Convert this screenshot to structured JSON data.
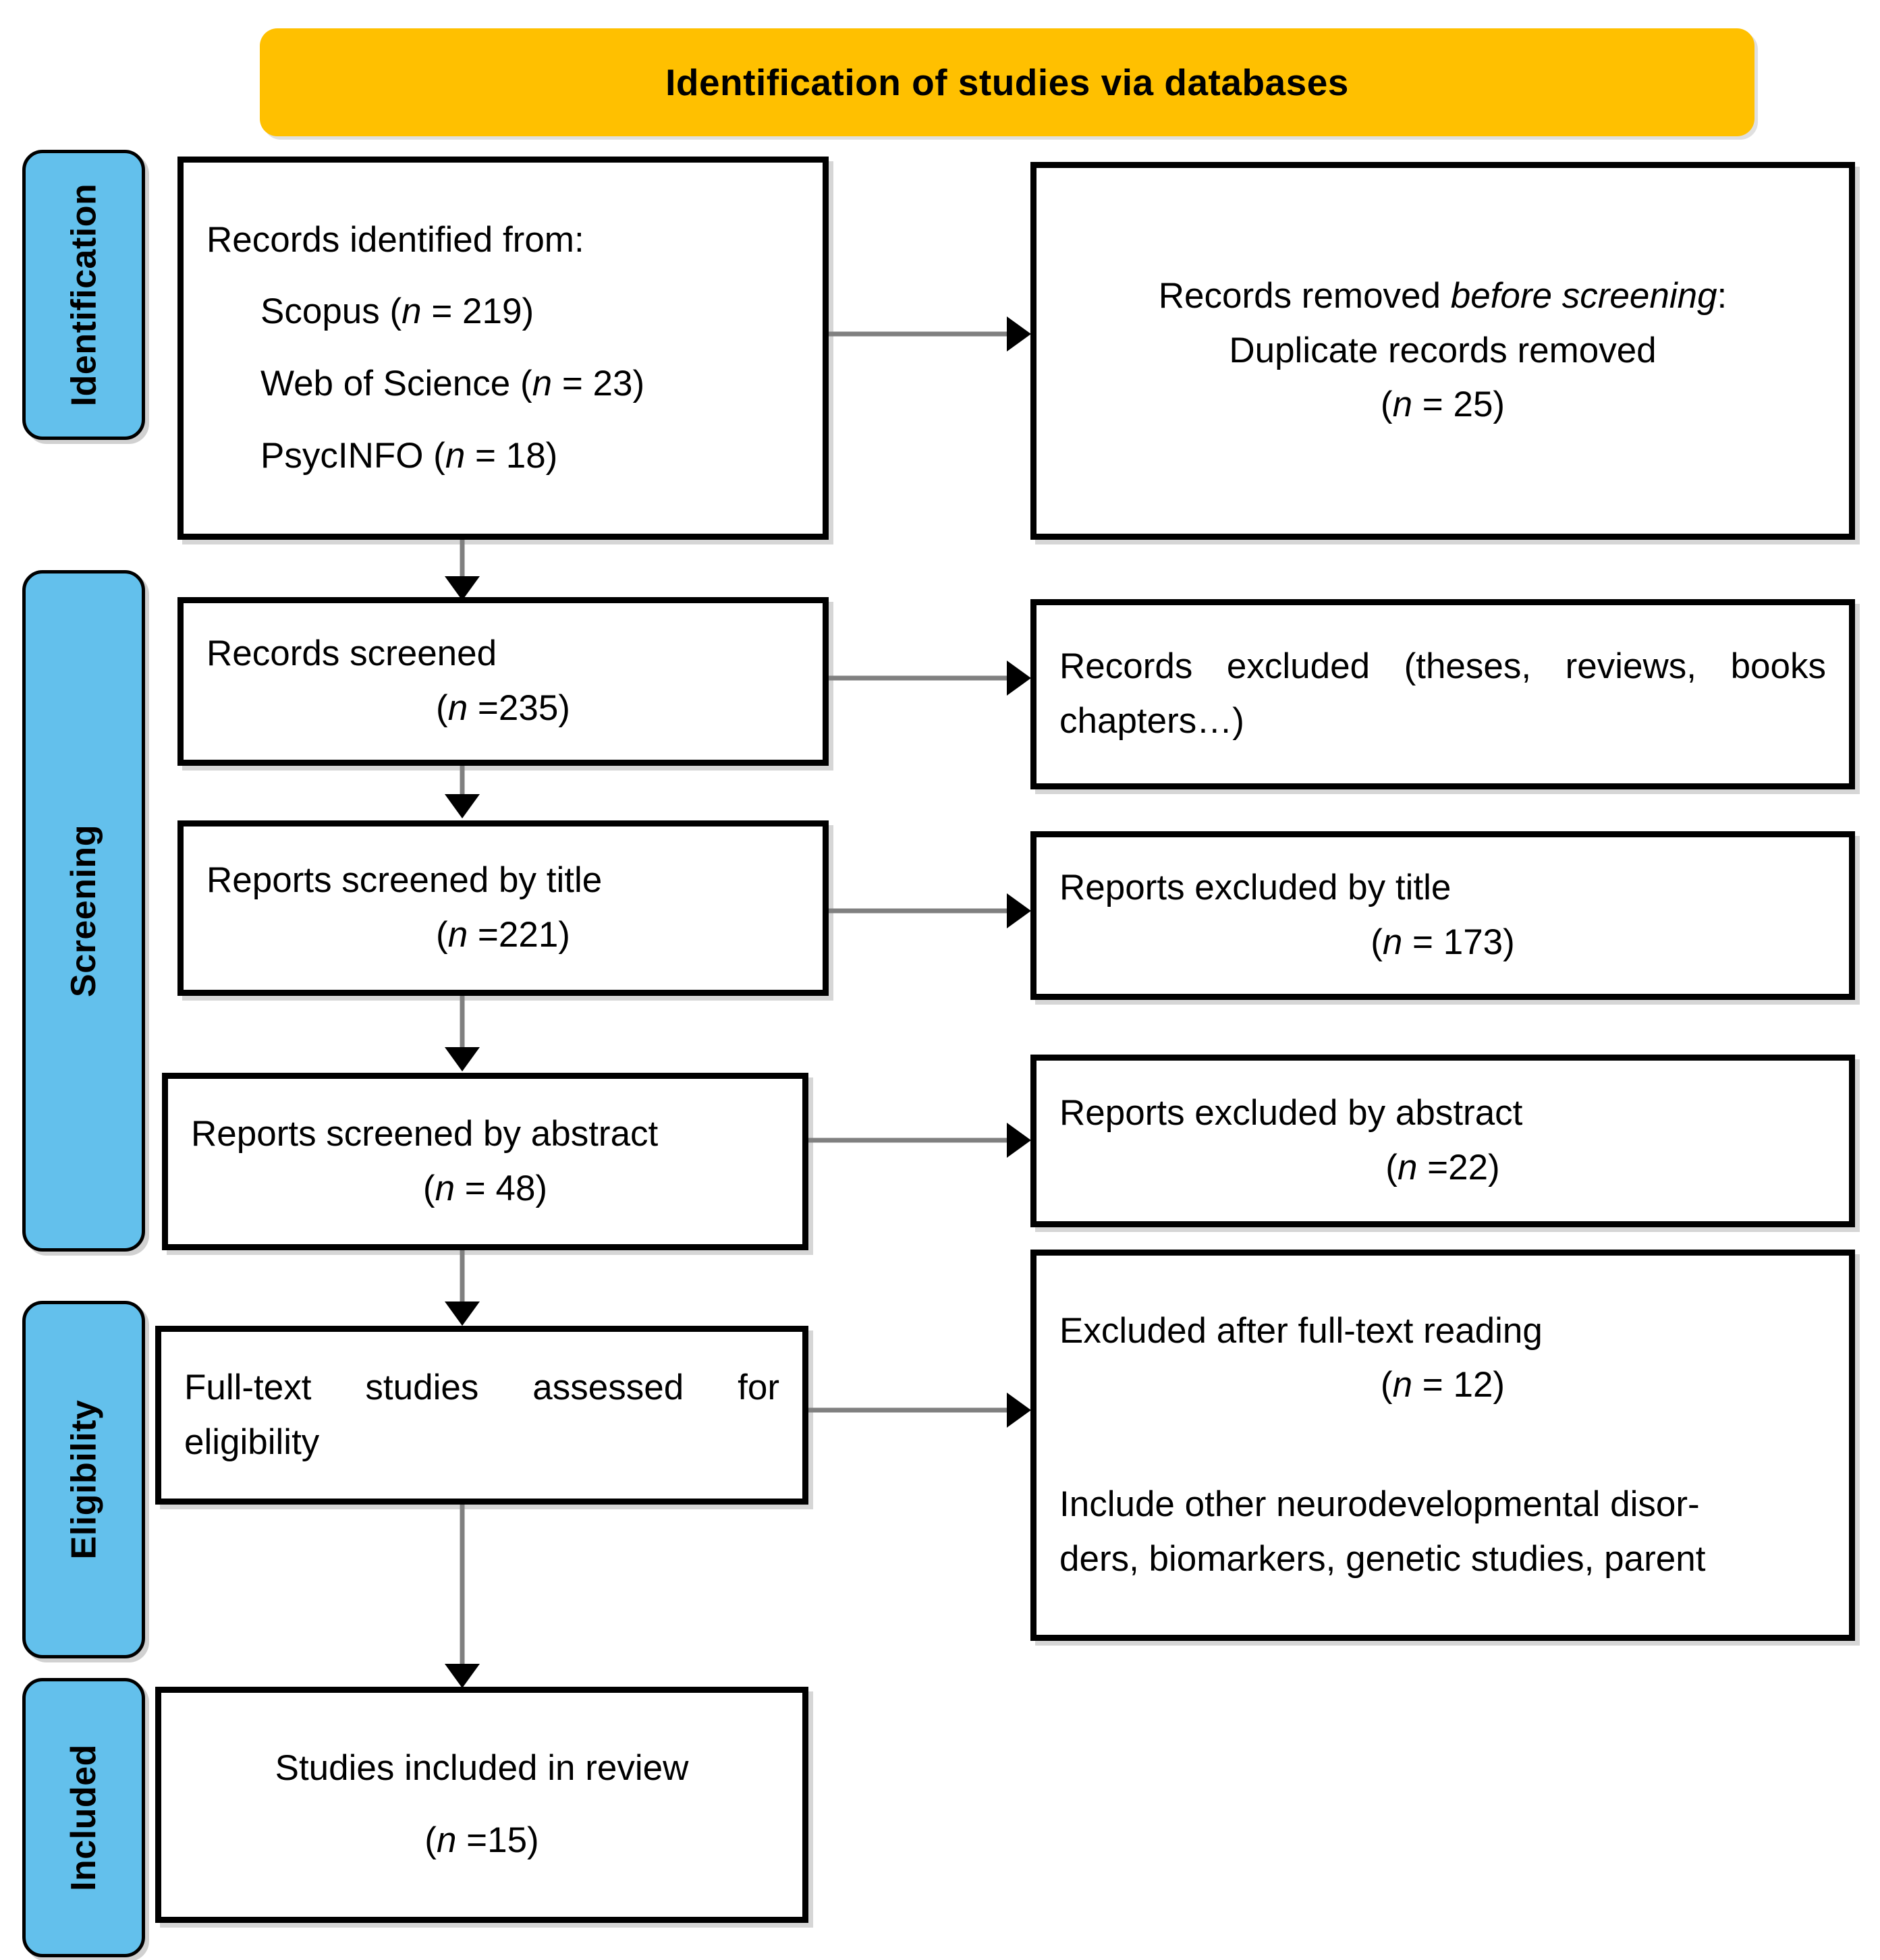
{
  "banner": {
    "title": "Identification of studies via databases",
    "color": "#ffc000"
  },
  "stages": {
    "color": "#63c0ec",
    "identification": "Identification",
    "screening": "Screening",
    "eligibility": "Eligibility",
    "included": "Included"
  },
  "boxes": {
    "records_identified": {
      "heading": "Records identified from:",
      "source_1": "Scopus (",
      "source_1_n": "n",
      "source_1_val": " = 219)",
      "source_2": "Web of Science (",
      "source_2_n": "n",
      "source_2_val": " = 23)",
      "source_3": "PsycINFO (",
      "source_3_n": "n",
      "source_3_val": " = 18)"
    },
    "records_removed": {
      "heading_a": "Records removed ",
      "heading_b": "before screening",
      "heading_c": ":",
      "line_2": "Duplicate records removed",
      "count_open": "(",
      "count_n": "n",
      "count_val": " = 25)"
    },
    "records_screened": {
      "label": "Records screened",
      "count_open": "(",
      "count_n": "n",
      "count_val": " =235)"
    },
    "records_excluded": {
      "text": "Records excluded (theses, reviews, books chapters…)"
    },
    "reports_screened_title": {
      "label": "Reports screened by title",
      "count_open": "(",
      "count_n": "n",
      "count_val": " =221)"
    },
    "reports_excluded_title": {
      "label": "Reports excluded by title",
      "count_open": "(",
      "count_n": "n",
      "count_val": " = 173)"
    },
    "reports_screened_abstract": {
      "label": "Reports screened by abstract",
      "count_open": "(",
      "count_n": "n",
      "count_val": " = 48)"
    },
    "reports_excluded_abstract": {
      "label": "Reports excluded by abstract",
      "count_open": "(",
      "count_n": "n",
      "count_val": " =22)"
    },
    "fulltext_assessed": {
      "label": "Full-text studies assessed for eligibility"
    },
    "excluded_fulltext": {
      "label": "Excluded after full-text reading",
      "count_open": "(",
      "count_n": "n",
      "count_val": " = 12)",
      "reason_line_1": "Include other neurodevelopmental disor-",
      "reason_line_2": "ders, biomarkers, genetic studies, parent"
    },
    "studies_included": {
      "label": "Studies included in review",
      "count_open": "(",
      "count_n": "n",
      "count_val": " =15)"
    }
  }
}
